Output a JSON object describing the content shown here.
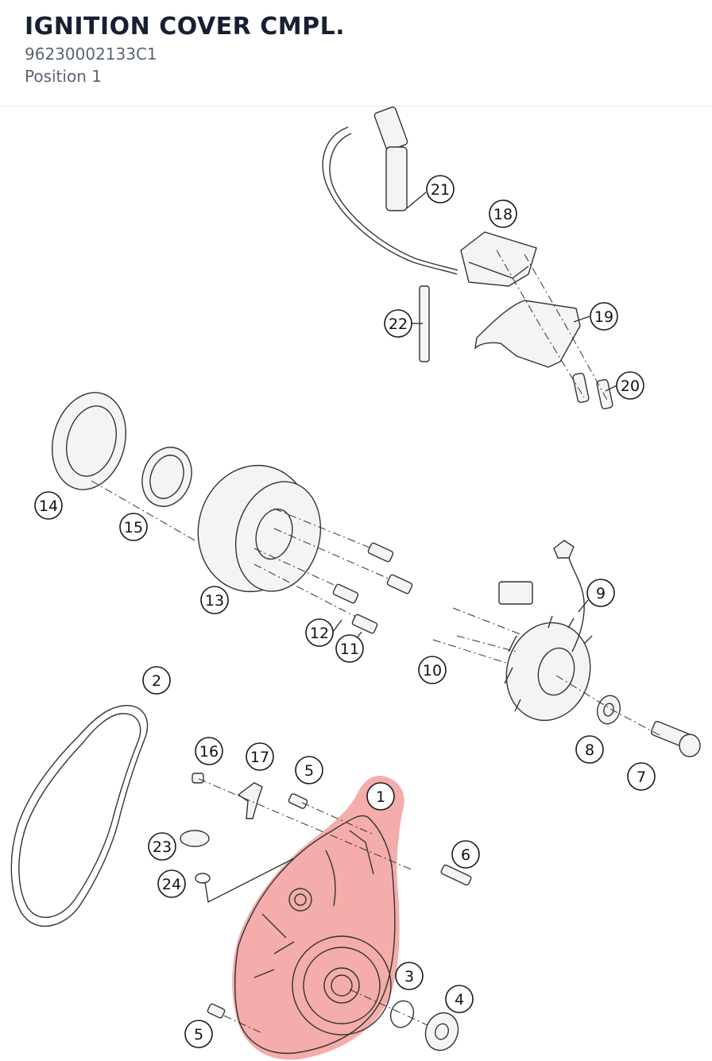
{
  "header": {
    "title": "IGNITION COVER CMPL.",
    "part_number": "96230002133C1",
    "position": "Position 1"
  },
  "colors": {
    "highlight": "#f08a86",
    "title": "#172033",
    "subtitle": "#5b6473"
  },
  "selected_position": "1",
  "callouts": [
    {
      "id": "21",
      "label": "21"
    },
    {
      "id": "18",
      "label": "18"
    },
    {
      "id": "19",
      "label": "19"
    },
    {
      "id": "22",
      "label": "22"
    },
    {
      "id": "20",
      "label": "20"
    },
    {
      "id": "14",
      "label": "14"
    },
    {
      "id": "15",
      "label": "15"
    },
    {
      "id": "13",
      "label": "13"
    },
    {
      "id": "9",
      "label": "9"
    },
    {
      "id": "12",
      "label": "12"
    },
    {
      "id": "11",
      "label": "11"
    },
    {
      "id": "10",
      "label": "10"
    },
    {
      "id": "2",
      "label": "2"
    },
    {
      "id": "8",
      "label": "8"
    },
    {
      "id": "7",
      "label": "7"
    },
    {
      "id": "16",
      "label": "16"
    },
    {
      "id": "17",
      "label": "17"
    },
    {
      "id": "5a",
      "label": "5"
    },
    {
      "id": "1",
      "label": "1"
    },
    {
      "id": "6",
      "label": "6"
    },
    {
      "id": "23",
      "label": "23"
    },
    {
      "id": "24",
      "label": "24"
    },
    {
      "id": "3",
      "label": "3"
    },
    {
      "id": "4",
      "label": "4"
    },
    {
      "id": "5b",
      "label": "5"
    }
  ]
}
